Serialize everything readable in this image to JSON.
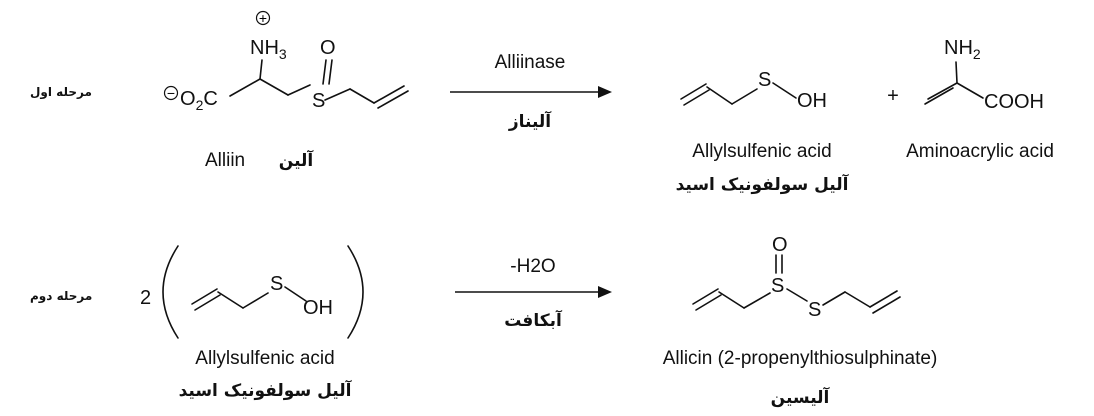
{
  "steps": {
    "first": "مرحله اول",
    "second": "مرحله دوم"
  },
  "reaction1": {
    "reactant": {
      "name_en": "Alliin",
      "name_fa": "آلین"
    },
    "enzyme_en": "Alliinase",
    "enzyme_fa": "آلیناز",
    "product1": {
      "name_en": "Allylsulfenic acid",
      "name_fa": "آلیل سولفونیک اسید"
    },
    "plus": "+",
    "product2": {
      "name_en": "Aminoacrylic acid"
    }
  },
  "reaction2": {
    "coefficient": "2",
    "reactant": {
      "name_en": "Allylsulfenic acid",
      "name_fa": "آلیل سولفونیک اسید"
    },
    "reagent": "-H2O",
    "reagent_fa": "آبکافت",
    "product": {
      "name_en": "Allicin (2-propenylthiosulphinate)",
      "name_fa": "آلیسین"
    }
  },
  "atoms": {
    "nh3": "NH",
    "nh3_sub": "3",
    "plus_charge": "+",
    "minus_charge": "−",
    "o2c_o": "O",
    "o2c_sub": "2",
    "o2c_c": "C",
    "o": "O",
    "s": "S",
    "oh": "OH",
    "nh2": "NH",
    "nh2_sub": "2",
    "cooh": "COOH"
  }
}
